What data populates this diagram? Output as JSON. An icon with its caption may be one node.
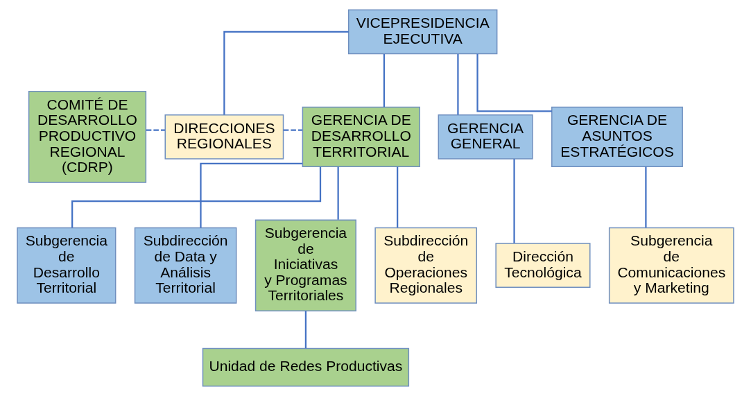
{
  "diagram": {
    "nodes": [
      {
        "text": [
          "VICEPRESIDENCIA EJECUTIVA"
        ]
      },
      {
        "text": [
          "COMITÉ DE DESARROLLO PRODUCTIVO REGIONAL (CDRP)"
        ]
      },
      {
        "text": [
          "DIRECCIONES REGIONALES"
        ]
      },
      {
        "text": [
          "GERENCIA DE DESARROLLO TERRITORIAL"
        ]
      },
      {
        "text": [
          "GERENCIA GENERAL"
        ]
      },
      {
        "text": [
          "GERENCIA DE ASUNTOS ESTRATÉGICOS"
        ]
      },
      {
        "text": [
          "Subgerencia de Desarrollo Territorial"
        ]
      },
      {
        "text": [
          "Subdirección de Data y Análisis Territorial"
        ]
      },
      {
        "text": [
          "Subgerencia de Iniciativas y Programas Territoriales"
        ]
      },
      {
        "text": [
          "Subdirección de Operaciones Regionales"
        ]
      },
      {
        "text": [
          "Dirección Tecnológica"
        ]
      },
      {
        "text": [
          "Subgerencia de Comunicaciones y Marketing"
        ]
      },
      {
        "text": [
          "Unidad de Redes Productivas"
        ]
      }
    ],
    "edges": [
      {
        "from": 0,
        "to": 2,
        "arrow": "none"
      },
      {
        "from": 0,
        "to": 3,
        "arrow": "none"
      },
      {
        "from": 0,
        "to": 4,
        "arrow": "none"
      },
      {
        "from": 0,
        "to": 5,
        "arrow": "none"
      },
      {
        "from": 1,
        "to": 2,
        "arrow": "none",
        "style": "dashed"
      },
      {
        "from": 2,
        "to": 3,
        "arrow": "none",
        "style": "dashed"
      },
      {
        "from": 3,
        "to": 6,
        "arrow": "none"
      },
      {
        "from": 3,
        "to": 7,
        "arrow": "none"
      },
      {
        "from": 3,
        "to": 8,
        "arrow": "none"
      },
      {
        "from": 3,
        "to": 9,
        "arrow": "none"
      },
      {
        "from": 4,
        "to": 10,
        "arrow": "none"
      },
      {
        "from": 5,
        "to": 11,
        "arrow": "none"
      },
      {
        "from": 8,
        "to": 12,
        "arrow": "none"
      }
    ]
  }
}
